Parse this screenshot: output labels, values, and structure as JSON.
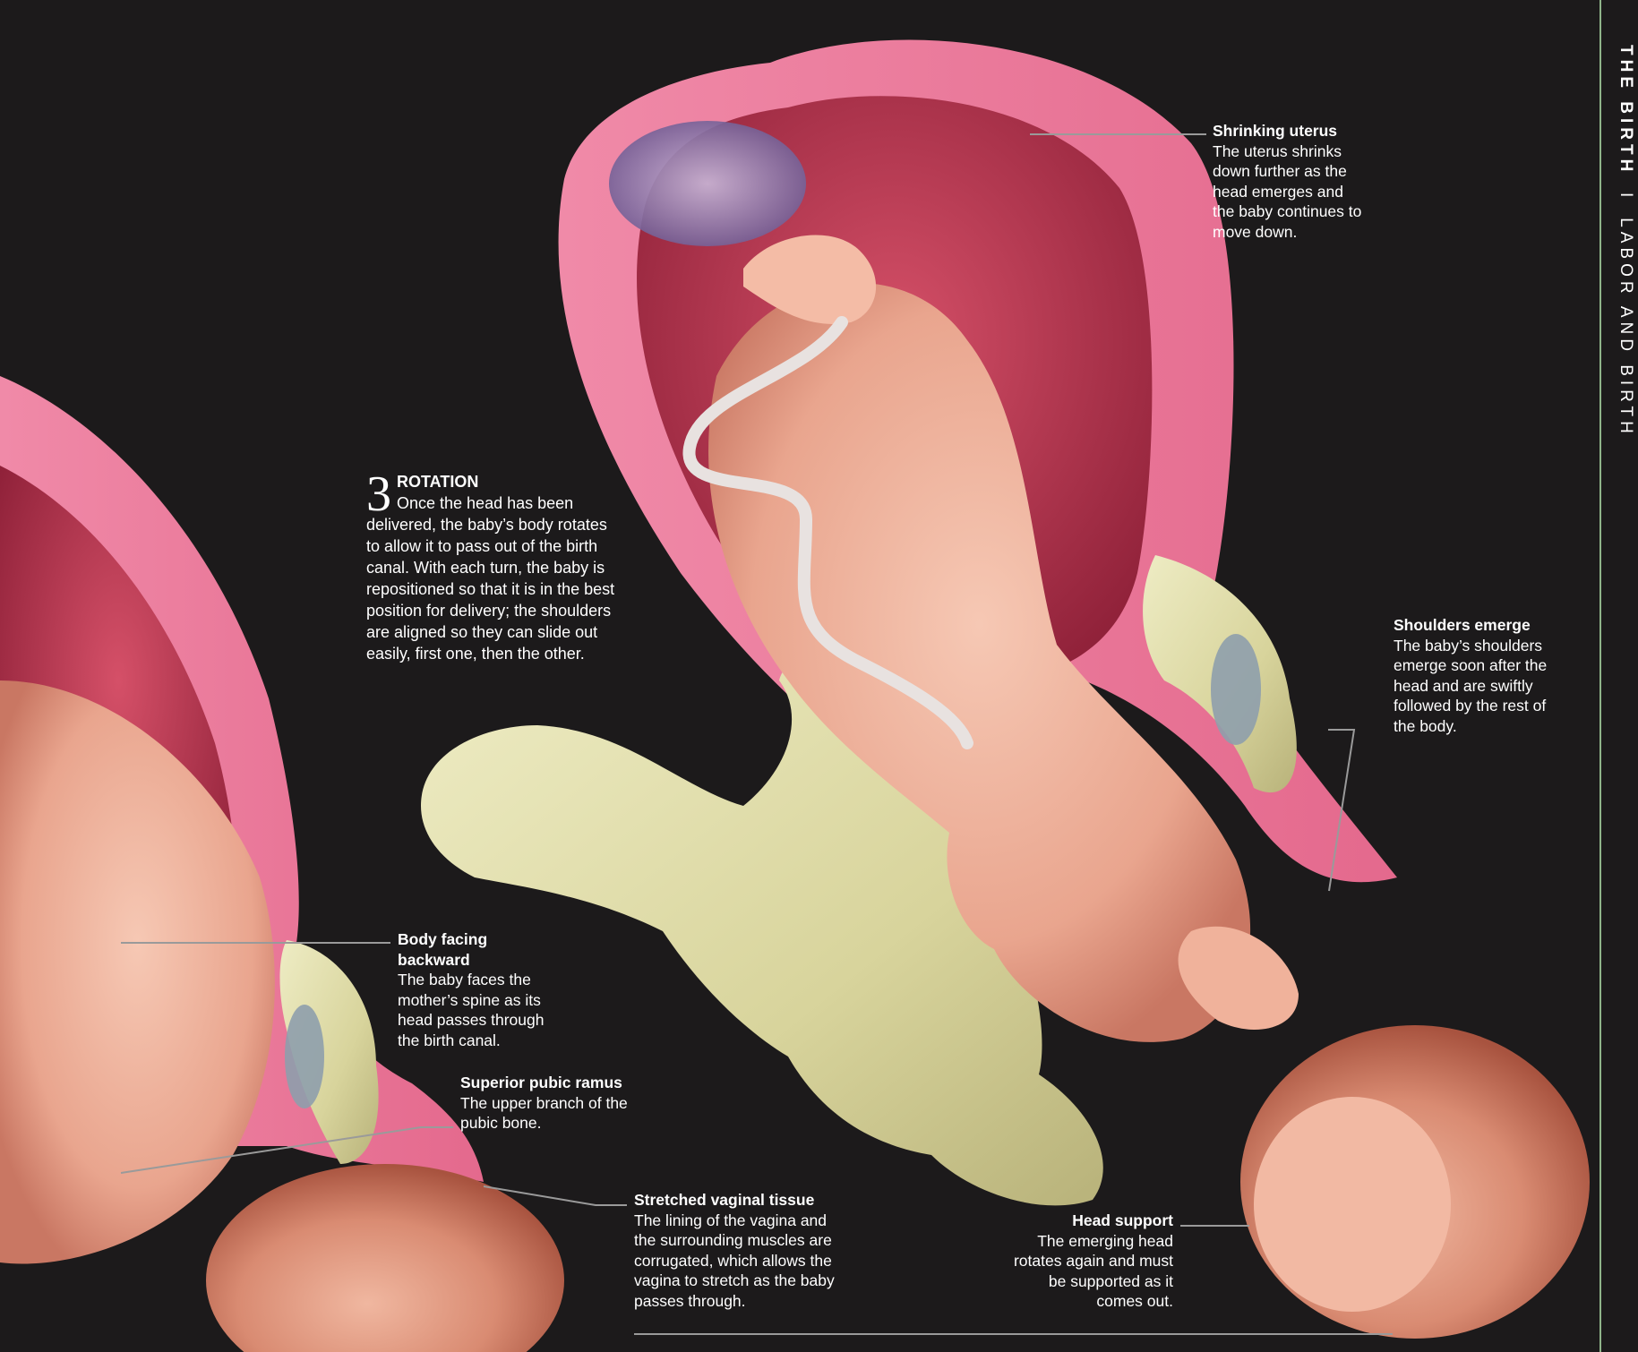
{
  "running_head": {
    "section": "THE BIRTH",
    "separator": "I",
    "chapter": "LABOR AND BIRTH"
  },
  "step": {
    "number": "3",
    "title": "ROTATION",
    "body": "Once the head has been delivered, the baby’s body rotates to allow it to pass out of the birth canal. With each turn, the baby is repositioned so that it is in the best position for delivery; the shoulders are aligned so they can slide out easily, first one, then the other."
  },
  "labels": {
    "shrinking_uterus": {
      "title": "Shrinking uterus",
      "body": "The uterus shrinks down further as the head emerges and the baby continues to move down."
    },
    "shoulders_emerge": {
      "title": "Shoulders emerge",
      "body": "The baby’s shoulders emerge soon after the head and are swiftly followed by the rest of the body."
    },
    "body_facing_backward": {
      "title": "Body facing backward",
      "body": "The baby faces the mother’s spine as its head passes through the birth canal."
    },
    "superior_pubic_ramus": {
      "title": "Superior pubic ramus",
      "body": "The upper branch of the pubic bone."
    },
    "stretched_vaginal_tissue": {
      "title": "Stretched vaginal tissue",
      "body": "The lining of the vagina and the surrounding muscles are corrugated, which allows the vagina to stretch as the baby passes through."
    },
    "head_support": {
      "title": "Head support",
      "body": "The emerging head rotates again and must be supported as it comes out."
    }
  },
  "colors": {
    "background": "#1c1a1b",
    "uterus_wall": "#e8799a",
    "uterus_inner": "#b8344f",
    "skin": "#f0b8a2",
    "bone": "#ddd9a8",
    "cartilage": "#8e9eac",
    "leader_line": "#9a9a9a",
    "sidebar_line": "#8fb48a"
  },
  "icons": [
    "umbilical-cord-icon",
    "placenta-icon"
  ]
}
